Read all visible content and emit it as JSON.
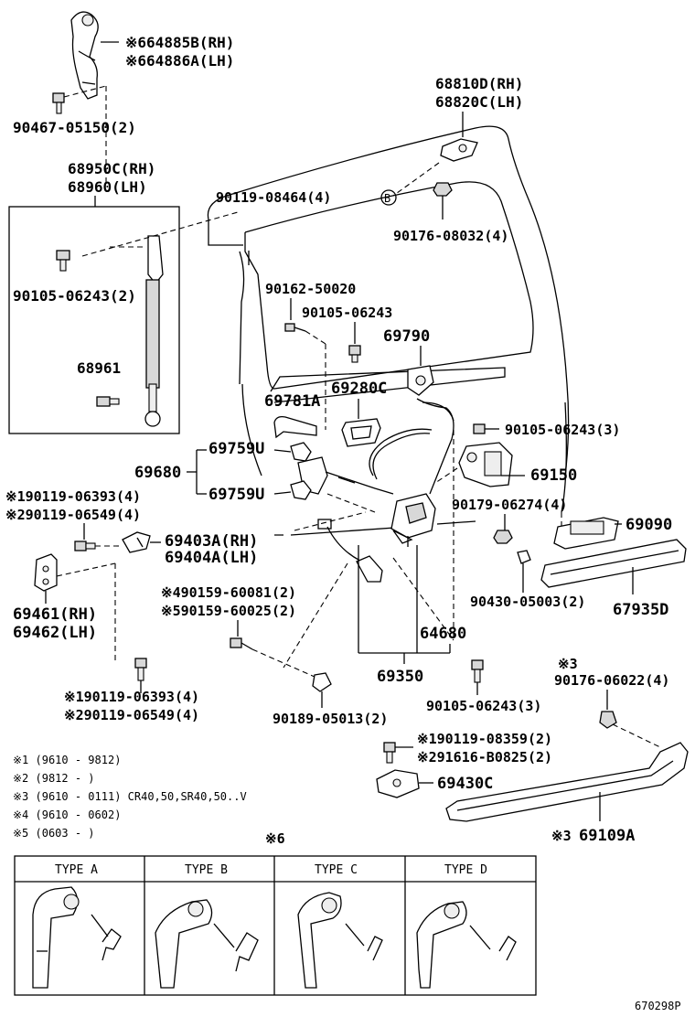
{
  "parts": {
    "p64885b": "64885B(RH)",
    "p64886a": "64886A(LH)",
    "p90467": "90467-05150(2)",
    "p68950c": "68950C(RH)",
    "p68960": "68960(LH)",
    "p90105a": "90105-06243(2)",
    "p68961": "68961",
    "p68810d": "68810D(RH)",
    "p68820c": "68820C(LH)",
    "p90119a": "90119-08464(4)",
    "markB": "B",
    "p90176a": "90176-08032(4)",
    "p90162": "90162-50020",
    "p90105b": "90105-06243",
    "p69790": "69790",
    "p69280c": "69280C",
    "p69781a": "69781A",
    "p90105c": "90105-06243(3)",
    "p69759u1": "69759U",
    "p69680": "69680",
    "p69150": "69150",
    "p69759u2": "69759U",
    "p90179": "90179-06274(4)",
    "p90119b": "90119-06393(4)",
    "p90119c": "90119-06549(4)",
    "p69090": "69090",
    "p69403a": "69403A(RH)",
    "p69404a": "69404A(LH)",
    "p69461": "69461(RH)",
    "p69462": "69462(LH)",
    "p90430": "90430-05003(2)",
    "p67935d": "67935D",
    "p90159a": "90159-60081(2)",
    "p90159b": "90159-60025(2)",
    "p64680": "64680",
    "p69350": "69350",
    "p90119d": "90119-06393(4)",
    "p90119e": "90119-06549(4)",
    "p90189": "90189-05013(2)",
    "p90105d": "90105-06243(3)",
    "p90176b": "90176-06022(4)",
    "p90119f": "90119-08359(2)",
    "p91616": "91616-B0825(2)",
    "p69430c": "69430C",
    "p69109a": "69109A"
  },
  "marks": {
    "m6": "※6",
    "m1": "※1",
    "m2": "※2",
    "m3": "※3",
    "m4": "※4",
    "m5": "※5"
  },
  "notes": [
    "※1 (9610 - 9812)",
    "※2 (9812 -        )",
    "※3 (9610 - 0111) CR40,50,SR40,50..V",
    "※4 (9610 - 0602)",
    "※5 (0603 -        )"
  ],
  "table": {
    "mark": "※6",
    "types": [
      "TYPE A",
      "TYPE B",
      "TYPE C",
      "TYPE D"
    ]
  },
  "ref_code": "670298P"
}
